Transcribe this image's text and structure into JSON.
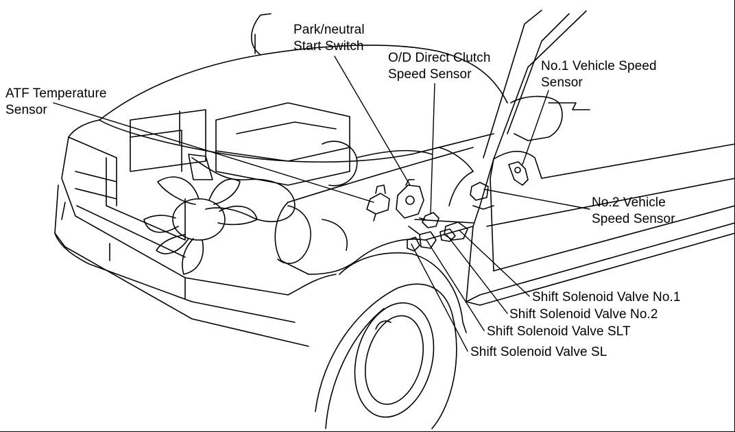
{
  "labels": {
    "park_neutral": [
      "Park/neutral",
      "Start Switch"
    ],
    "od_clutch": [
      "O/D Direct Clutch",
      "Speed Sensor"
    ],
    "vss1": [
      "No.1 Vehicle Speed",
      "Sensor"
    ],
    "atf_temp": [
      "ATF Temperature",
      "Sensor"
    ],
    "vss2": [
      "No.2 Vehicle",
      "Speed Sensor"
    ],
    "sol1": "Shift Solenoid Valve No.1",
    "sol2": "Shift Solenoid Valve No.2",
    "slt": "Shift Solenoid Valve SLT",
    "sl": "Shift Solenoid Valve SL"
  },
  "colors": {
    "line": "#000000",
    "background": "#ffffff"
  }
}
